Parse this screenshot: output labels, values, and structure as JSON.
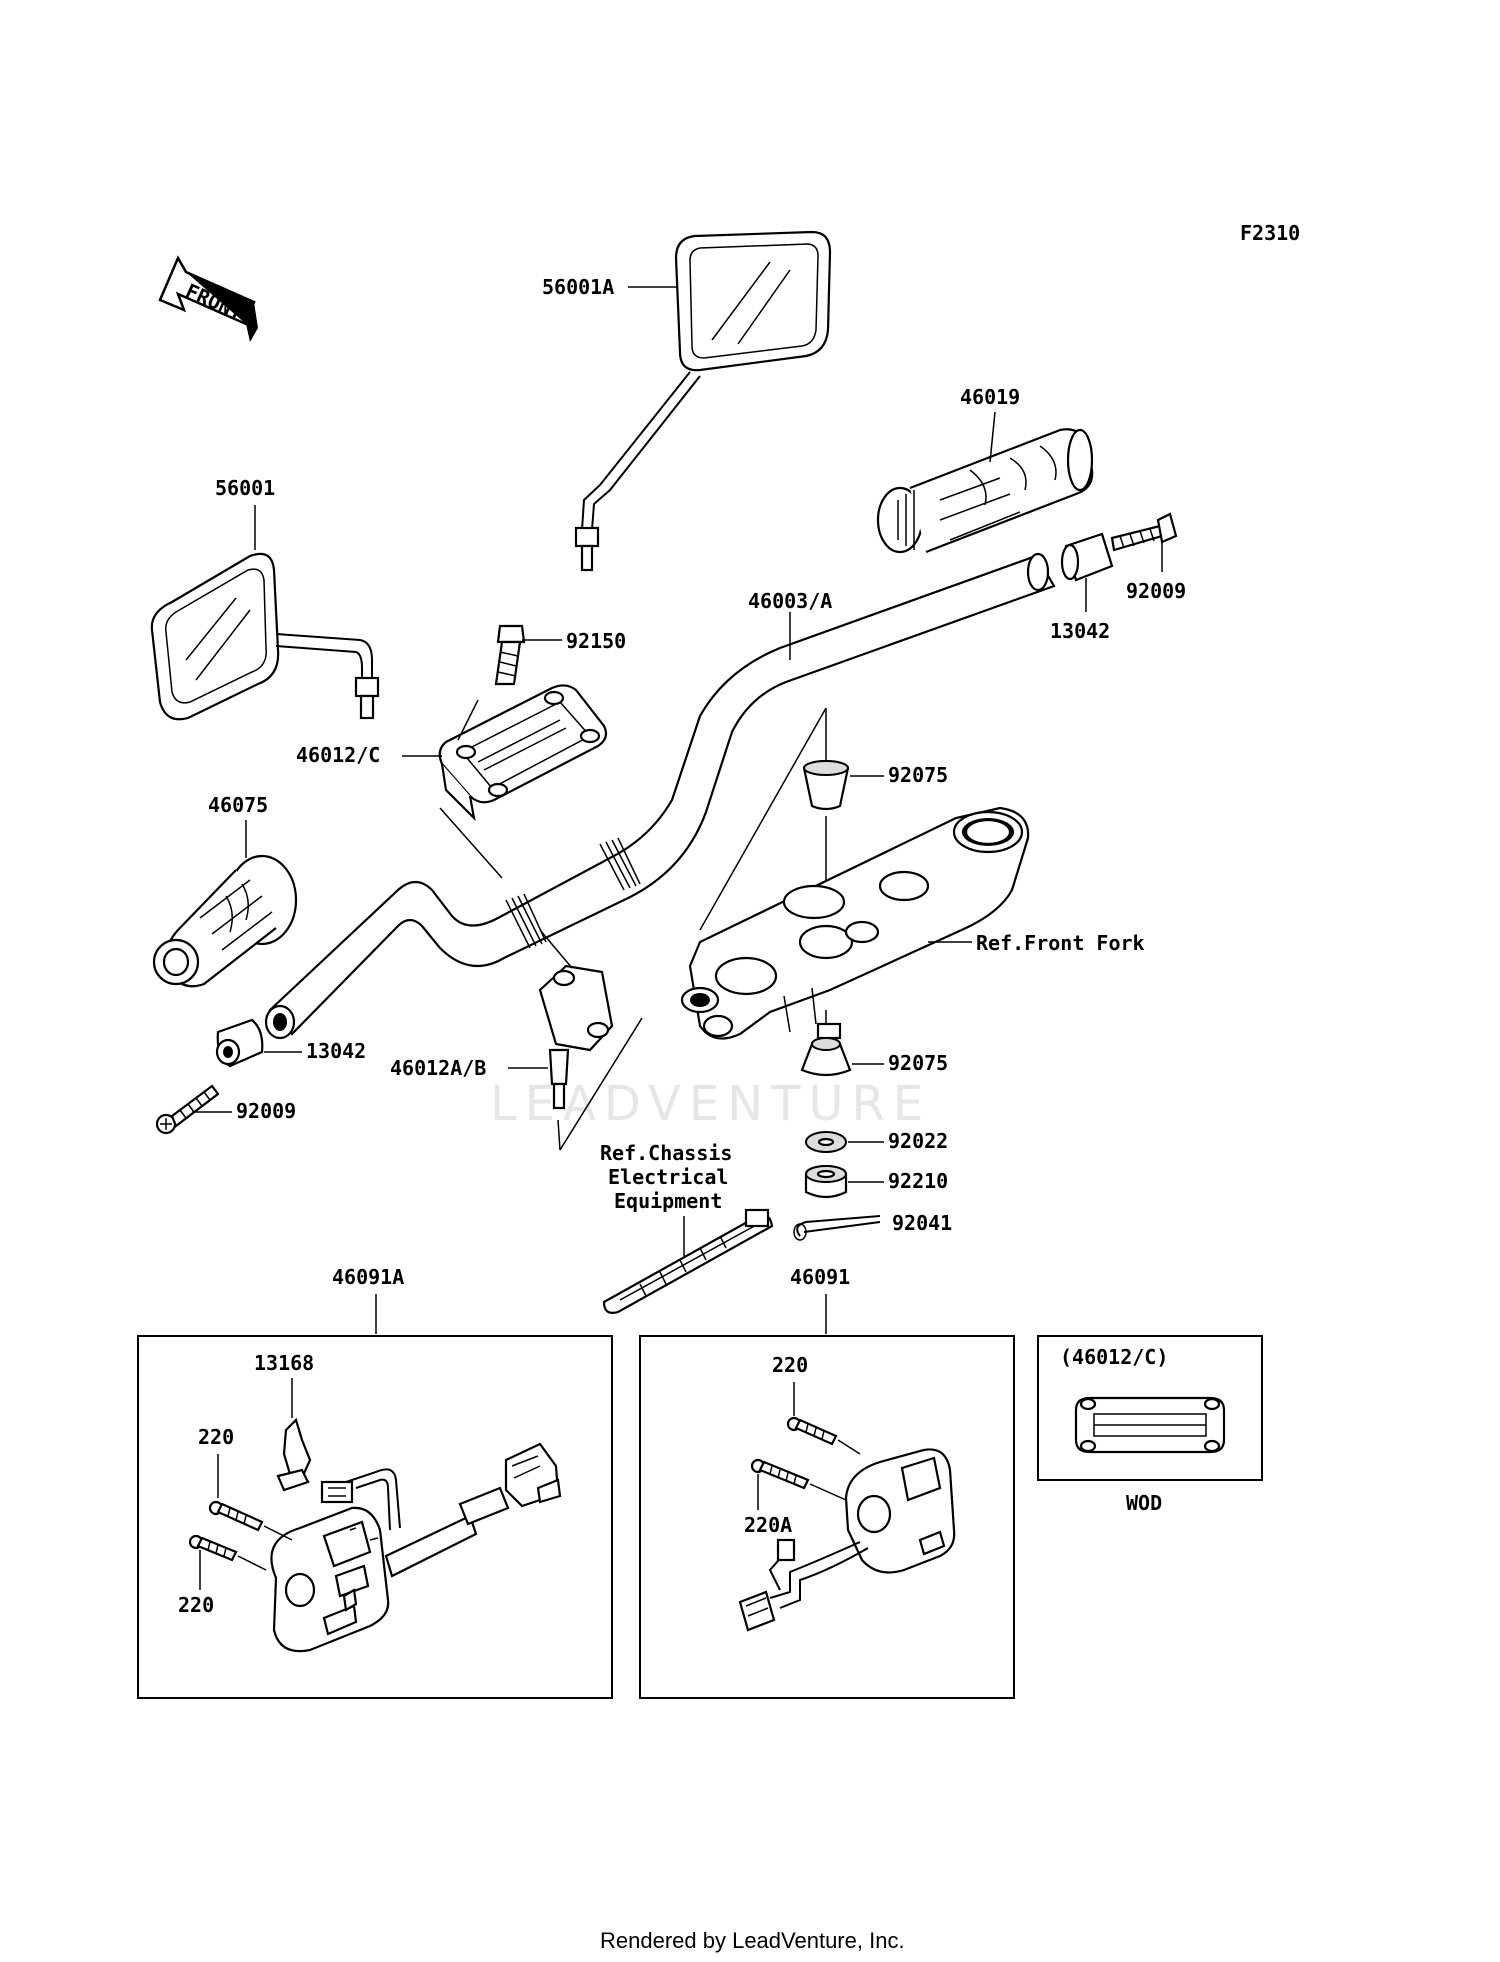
{
  "diagram": {
    "code": "F2310",
    "front_arrow": "FRONT",
    "watermark": "LEADVENTURE",
    "footer": "Rendered by LeadVenture, Inc.",
    "labels": {
      "p56001A": "56001A",
      "p56001": "56001",
      "p46019": "46019",
      "p92009_r": "92009",
      "p13042_r": "13042",
      "p46003A": "46003/A",
      "p92150": "92150",
      "p46012C": "46012/C",
      "p92075_t": "92075",
      "p46075": "46075",
      "ref_front_fork": "Ref.Front Fork",
      "p13042_l": "13042",
      "p46012AB": "46012A/B",
      "p92075_b": "92075",
      "p92009_l": "92009",
      "p92022": "92022",
      "ref_chassis_1": "Ref.Chassis",
      "ref_chassis_2": "Electrical",
      "ref_chassis_3": "Equipment",
      "p92210": "92210",
      "p92041": "92041",
      "p46091A": "46091A",
      "p46091": "46091",
      "p13168": "13168",
      "p220_l1": "220",
      "p220_l2": "220",
      "p220_r": "220",
      "p220A": "220A",
      "inset_title": "(46012/C)",
      "inset_caption": "WOD"
    }
  }
}
